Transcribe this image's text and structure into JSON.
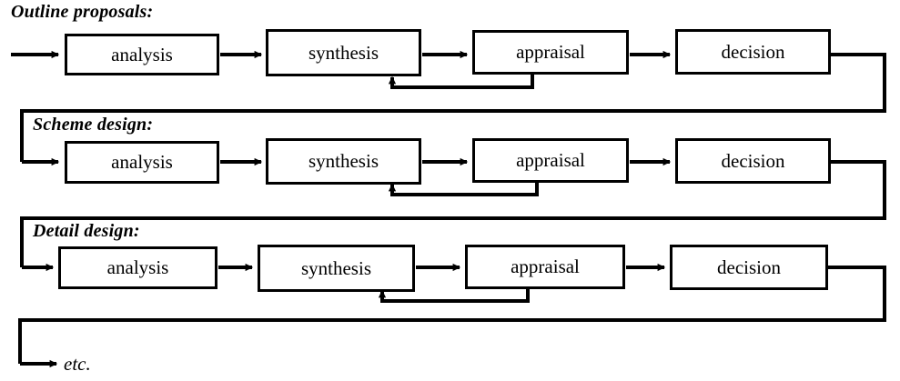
{
  "diagram": {
    "title_visible": false,
    "line_color": "#000000",
    "box_fill": "#ffffff",
    "background": "#ffffff",
    "rows": [
      {
        "id": "outline-proposals",
        "heading": "Outline proposals:",
        "stages": [
          {
            "id": "analysis",
            "label": "analysis"
          },
          {
            "id": "synthesis",
            "label": "synthesis"
          },
          {
            "id": "appraisal",
            "label": "appraisal"
          },
          {
            "id": "decision",
            "label": "decision"
          }
        ]
      },
      {
        "id": "scheme-design",
        "heading": "Scheme design:",
        "stages": [
          {
            "id": "analysis",
            "label": "analysis"
          },
          {
            "id": "synthesis",
            "label": "synthesis"
          },
          {
            "id": "appraisal",
            "label": "appraisal"
          },
          {
            "id": "decision",
            "label": "decision"
          }
        ]
      },
      {
        "id": "detail-design",
        "heading": "Detail design:",
        "stages": [
          {
            "id": "analysis",
            "label": "analysis"
          },
          {
            "id": "synthesis",
            "label": "synthesis"
          },
          {
            "id": "appraisal",
            "label": "appraisal"
          },
          {
            "id": "decision",
            "label": "decision"
          }
        ]
      }
    ],
    "terminal_label": "etc."
  }
}
